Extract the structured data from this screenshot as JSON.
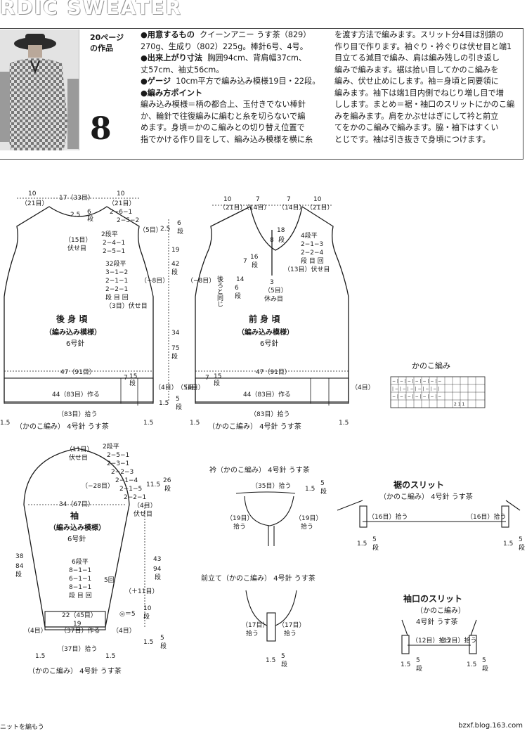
{
  "header": {
    "title": "RDIC SWEATER"
  },
  "intro": {
    "page_ref": "20ページ",
    "page_ref_sub": "の作品",
    "number": "8"
  },
  "col1": {
    "materials_head": "●用意するもの",
    "materials_text": "クイーンアニー うす茶（829）",
    "materials_text2": "270g、生成り（802）225g。棒針6号、4号。",
    "size_head": "●出来上がり寸法",
    "size_text": "胸囲94cm、背肩幅37cm、",
    "size_text2": "丈57cm、袖丈56cm。",
    "gauge_head": "●ゲージ",
    "gauge_text": "10cm平方で編み込み模様19目・22段。",
    "points_head": "●編み方ポイント",
    "points_lines": [
      "編み込み模様＝柄の都合上、玉付きでない棒針",
      "か、輪針で往復編みに編むと糸を切らないで編",
      "めます。身頃＝かのこ編みとの切り替え位置で",
      "指でかける作り目をして、編み込み模様を横に糸"
    ]
  },
  "col2": {
    "lines": [
      "を渡す方法で編みます。スリット分4目は別鎖の",
      "作り目で作ります。袖ぐり・衿ぐりは伏せ目と端1",
      "目立てる減目で編み、肩は編み残しの引き返し",
      "編みで編みます。裾は拾い目してかのこ編みを",
      "編み、伏せ止めにします。袖＝身頃と同要領に",
      "編みます。袖下は端1目内側でねじり増し目で増",
      "しします。まとめ＝裾・袖口のスリットにかのこ編",
      "みを編みます。肩をかぶせはぎにして衿と前立",
      "てをかのこ編みで編みます。脇・袖下はすくい",
      "とじです。袖は引き抜きで身頃につけます。"
    ]
  },
  "back": {
    "top_dims": [
      "10",
      "17（33目）",
      "10"
    ],
    "top_dims_sub": [
      "（21目）",
      "（21目）"
    ],
    "neck_labels": [
      "2.5",
      "6",
      "段",
      "2−6−1",
      "2−5−2",
      "（5目）"
    ],
    "armhole_labels": [
      "2段平",
      "2−4−1",
      "2−5−1",
      "（15目）",
      "伏せ目"
    ],
    "dec_labels": [
      "32段平",
      "3−1−2",
      "2−1−1",
      "2−2−1",
      "段 目 回",
      "（3目）伏せ目"
    ],
    "side_label": "（−8目）",
    "title": "後 身 頃",
    "pattern": "（編み込み模様）",
    "needle": "6号針",
    "width_label": "47（91目）",
    "slit": [
      "7",
      "15",
      "段"
    ],
    "cast_on": "44（83目）作る",
    "slit_side": "（4目）",
    "hem_label": "（83目）拾う",
    "hem_side": [
      "1.5",
      "1.5"
    ],
    "hem_desc": "（かのこ編み） 4号針 うす茶",
    "right_dims": [
      "2.5",
      "6",
      "段",
      "19",
      "42",
      "段",
      "34",
      "75",
      "段",
      "1.5",
      "5",
      "段"
    ],
    "right_sub": "（5目）"
  },
  "front": {
    "top_dims": [
      "10",
      "7",
      "7",
      "10"
    ],
    "top_dims_sub": [
      "（21目）",
      "（14目）",
      "（14目）",
      "（21目）"
    ],
    "neck_labels": [
      "18",
      "8",
      "段",
      "4段平",
      "2−1−3",
      "2−2−4",
      "段 目 回",
      "（13目）伏せ目"
    ],
    "placket": [
      "7",
      "16",
      "段",
      "14",
      "6",
      "段",
      "3",
      "（5目）",
      "休み目"
    ],
    "side_note": "後ろと同じ",
    "side_label": "（−8目）",
    "title": "前 身 頃",
    "pattern": "（編み込み模様）",
    "needle": "6号針",
    "width_label": "47（91目）",
    "slit": [
      "7",
      "15",
      "段"
    ],
    "cast_on": "44（83目）作る",
    "slit_side": "（4目）",
    "hem_label": "（83目）拾う",
    "hem_side": [
      "1.5",
      "1.5"
    ],
    "hem_desc": "（かのこ編み） 4号針 うす茶"
  },
  "kanoko": {
    "title": "かのこ編み",
    "symbol_row_a": "− | − | − | − | − | − | −",
    "symbol_row_b": "| − | − | − | − | − | − |",
    "bottom_nums": "2 1 1"
  },
  "sleeve": {
    "top_label": "（11目）",
    "top_label2": "伏せ目",
    "cap_labels": [
      "2段平",
      "2−5−1",
      "2−3−1",
      "2−2−3",
      "2−1−4",
      "2−1−5",
      "2−2−1",
      "（4目）",
      "伏せ目"
    ],
    "cap_side": "（−28目）",
    "width_label": "34（67目）",
    "title": "袖",
    "pattern": "（編み込み模様）",
    "needle": "6号針",
    "left_dims": [
      "38",
      "84",
      "段"
    ],
    "inc_labels": [
      "6段平",
      "8−1−1",
      "6−1−1",
      "8−1−1",
      "段 目 回"
    ],
    "inc_times": "5回",
    "inc_total": "（＋11目）",
    "cuff_width": "22（45目）",
    "cuff_19": "19",
    "cast_on": "（37目）作る",
    "cuff_side": "（4目）",
    "cuff_pick": "（37目）拾う",
    "cuff_side_dims": [
      "1.5",
      "1.5"
    ],
    "cuff_desc": "（かのこ編み） 4号針 うす茶",
    "right_dims": [
      "11.5",
      "26",
      "段",
      "43",
      "94",
      "段",
      "10",
      "段",
      "1.5",
      "5",
      "段"
    ],
    "circle_sym": "◎＝5"
  },
  "collar": {
    "title": "衿（かのこ編み） 4号針 うす茶",
    "top": "（35目）拾う",
    "left": "（19目）",
    "left2": "拾う",
    "right": "（19目）",
    "right2": "拾う",
    "dim": [
      "1.5",
      "5",
      "段"
    ]
  },
  "placket": {
    "title": "前立て（かのこ編み） 4号針 うす茶",
    "left": "（17目）",
    "left2": "拾う",
    "right": "（17目）",
    "right2": "拾う",
    "dim": [
      "1.5",
      "5",
      "段"
    ]
  },
  "hem_slit": {
    "title": "裾のスリット",
    "sub": "（かのこ編み） 4号針 うす茶",
    "left": "（16目）拾う",
    "right": "（16目）拾う",
    "dims_left": [
      "1.5",
      "5",
      "段"
    ],
    "dims_right": [
      "1.5",
      "5",
      "段"
    ]
  },
  "cuff_slit": {
    "title": "袖口のスリット",
    "sub": "（かのこ編み）",
    "sub2": "4号針 うす茶",
    "left": "（12目）拾う",
    "right": "（12目）拾う",
    "dims_left": [
      "1.5",
      "5",
      "段"
    ],
    "dims_right": [
      "1.5",
      "5",
      "段"
    ]
  },
  "footer": {
    "left": "ニットを編もう",
    "right": "bzxf.blog.163.com"
  },
  "colors": {
    "ink": "#1a1a1a",
    "rule": "#444444",
    "paper": "#ffffff"
  }
}
